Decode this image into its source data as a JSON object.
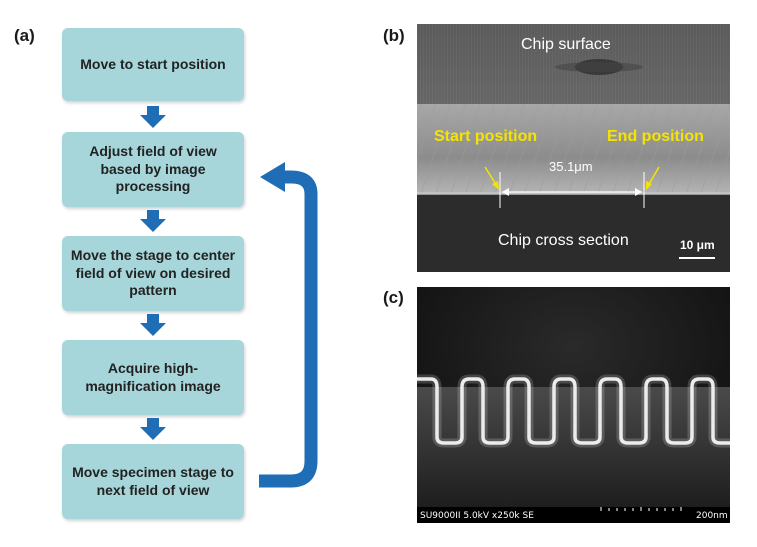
{
  "panels": {
    "a": "(a)",
    "b": "(b)",
    "c": "(c)"
  },
  "flowchart": {
    "steps": [
      "Move to start position",
      "Adjust field of view based by image processing",
      "Move the stage to center field of view on desired pattern",
      "Acquire high-magnification image",
      "Move specimen stage to next field of view"
    ]
  },
  "image_b": {
    "surface_label": "Chip surface",
    "cross_section_label": "Chip cross section",
    "start_label": "Start position",
    "end_label": "End position",
    "distance": "35.1μm",
    "scale_bar": "10 μm"
  },
  "image_c": {
    "footer_left": "SU9000II 5.0kV x250k SE",
    "footer_right": "200nm"
  },
  "colors": {
    "box_fill": "#a7d6da",
    "arrow_blue": "#1f6db5",
    "annotation_yellow": "#f5e400"
  }
}
